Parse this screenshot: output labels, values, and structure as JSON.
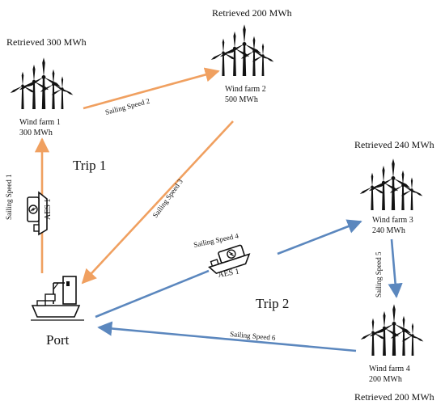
{
  "colors": {
    "trip1": "#f0a060",
    "trip2": "#5b87be",
    "ink": "#111111"
  },
  "wind_farms": [
    {
      "id": 1,
      "retrieved_label": "Retrieved 300 MWh",
      "name": "Wind farm 1",
      "capacity": "300 MWh",
      "icon": "wind-turbines-icon"
    },
    {
      "id": 2,
      "retrieved_label": "Retrieved 200 MWh",
      "name": "Wind farm 2",
      "capacity": "500 MWh",
      "icon": "wind-turbines-icon"
    },
    {
      "id": 3,
      "retrieved_label": "Retrieved 240 MWh",
      "name": "Wind farm 3",
      "capacity": "240 MWh",
      "icon": "wind-turbines-icon"
    },
    {
      "id": 4,
      "retrieved_label": "Retrieved 200 MWh",
      "name": "Wind farm 4",
      "capacity": "200 MWh",
      "icon": "wind-turbines-icon"
    }
  ],
  "port": {
    "label": "Port",
    "icon": "port-crane-ship-icon"
  },
  "trips": [
    {
      "label": "Trip 1"
    },
    {
      "label": "Trip 2"
    }
  ],
  "vessels": [
    {
      "label": "AES 1",
      "icon": "battery-vessel-icon"
    },
    {
      "label": "AES 1",
      "icon": "battery-vessel-icon"
    }
  ],
  "sailing_speeds": [
    "Sailing Speed 1",
    "Sailing Speed 2",
    "Sailing Speed 3",
    "Sailing Speed 4",
    "Sailing Speed 5",
    "Sailing Speed 6"
  ]
}
